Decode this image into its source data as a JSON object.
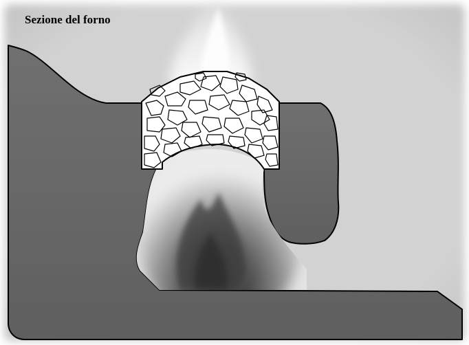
{
  "title": "Sezione del forno",
  "colors": {
    "background": "#d2d2d2",
    "earth": "#6b6b6b",
    "outline": "#000000",
    "stones": "#ffffff",
    "smoke": "#f4f4f4",
    "fire_core": "#3a3a3a"
  },
  "elements": {
    "earth_section": "terrain cross-section",
    "stone_dome": "stone vault",
    "fire": "fire inside chamber",
    "smoke": "smoke plume"
  }
}
